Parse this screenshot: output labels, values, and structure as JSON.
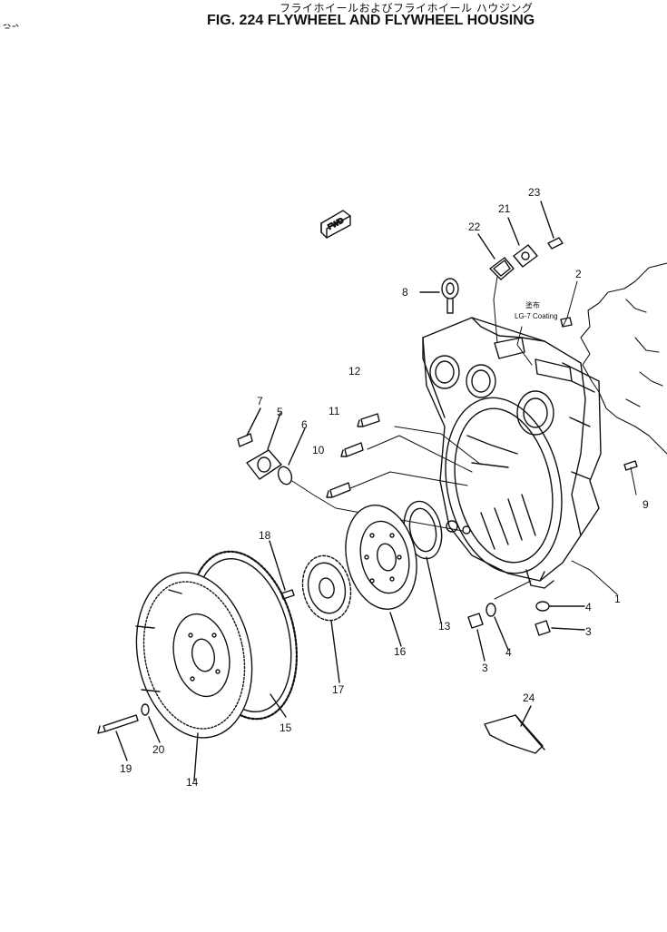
{
  "title_jp": "フライホイールおよびフライホイール ハウジング",
  "title": "FIG. 224  FLYWHEEL AND FLYWHEEL HOUSING",
  "fwd_label": "FWD",
  "note": {
    "symbol": "塗布",
    "text": "LG-7 Coating"
  },
  "part_labels": {
    "p1": "1",
    "p2": "2",
    "p3a": "3",
    "p3b": "3",
    "p4a": "4",
    "p4b": "4",
    "p5": "5",
    "p6": "6",
    "p7": "7",
    "p8": "8",
    "p9": "9",
    "p10": "10",
    "p11": "11",
    "p12": "12",
    "p13": "13",
    "p14": "14",
    "p15": "15",
    "p16": "16",
    "p17": "17",
    "p18": "18",
    "p19": "19",
    "p20": "20",
    "p21": "21",
    "p22": "22",
    "p23": "23",
    "p24": "24"
  }
}
